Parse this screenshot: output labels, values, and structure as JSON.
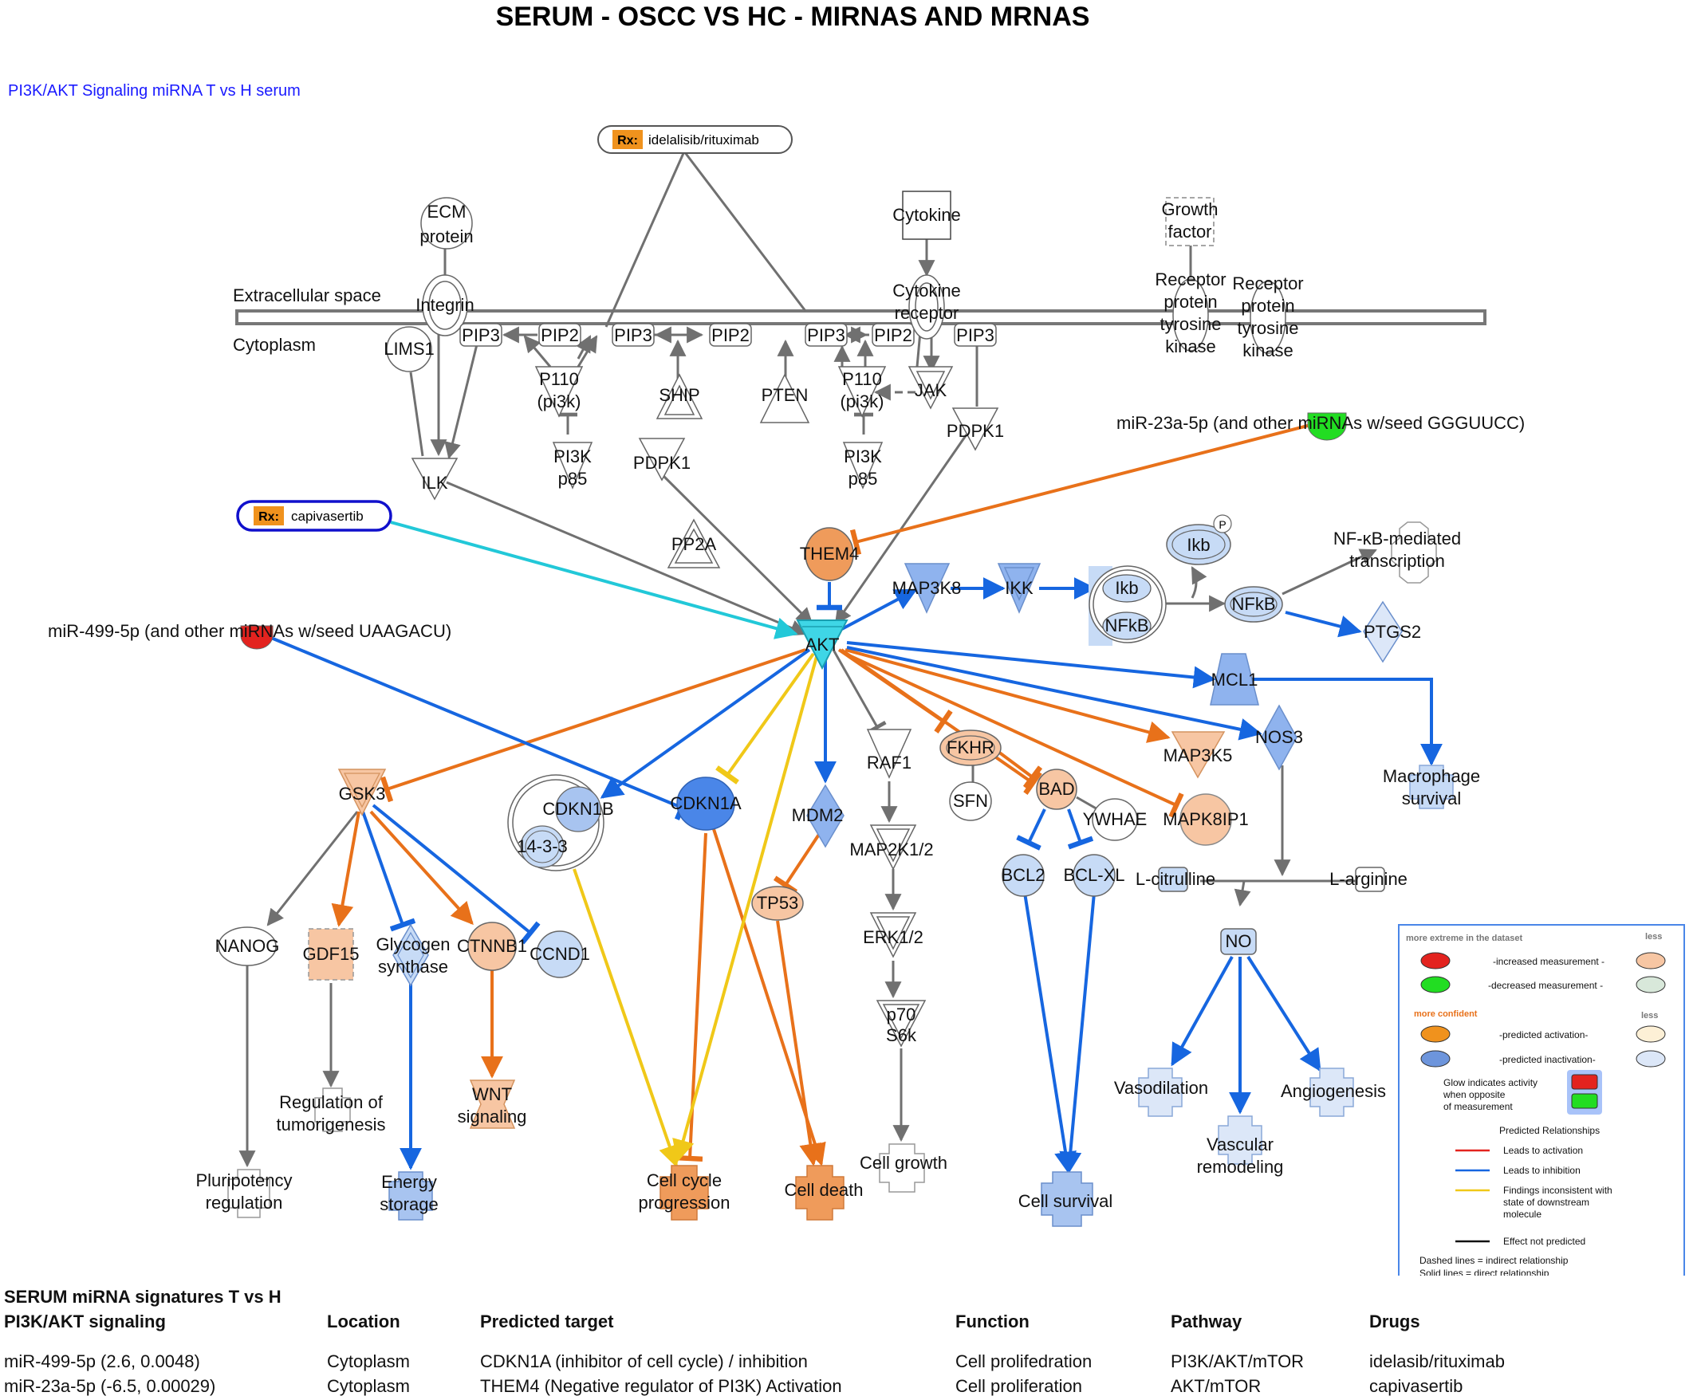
{
  "title": "SERUM - OSCC VS HC - MIRNAS AND MRNAS",
  "subtitle": "PI3K/AKT Signaling miRNA T vs H serum",
  "compartments": {
    "extracellular": "Extracellular space",
    "cytoplasm": "Cytoplasm"
  },
  "drugs": {
    "rx_label": "Rx:",
    "idelalisib": "idelalisib/rituximab",
    "capivasertib": "capivasertib"
  },
  "mirnas": {
    "mir23a": "miR-23a-5p (and other miRNAs w/seed GGGUUCC)",
    "mir499": "miR-499-5p (and other miRNAs w/seed UAAGACU)"
  },
  "nodes": {
    "ecm": [
      "ECM",
      "protein"
    ],
    "integrin": "Integrin",
    "lims1": "LIMS1",
    "pip3_a": "PIP3",
    "pip2_a": "PIP2",
    "pip3_b": "PIP3",
    "pip2_b": "PIP2",
    "pip3_c": "PIP3",
    "pip2_c": "PIP2",
    "pip3_d": "PIP3",
    "p110_a": [
      "P110",
      "(pi3k)"
    ],
    "p110_b": [
      "P110",
      "(pi3k)"
    ],
    "pi3k_a": [
      "PI3K",
      "p85"
    ],
    "pi3k_b": [
      "PI3K",
      "p85"
    ],
    "ship": "SHIP",
    "pten": "PTEN",
    "pdpk1_a": "PDPK1",
    "pdpk1_b": "PDPK1",
    "jak": "JAK",
    "cytokine": "Cytokine",
    "cytokine_receptor": [
      "Cytokine",
      "receptor"
    ],
    "growth_factor": [
      "Growth",
      "factor"
    ],
    "rtk_a": [
      "Receptor",
      "protein",
      "tyrosine",
      "kinase"
    ],
    "rtk_b": [
      "Receptor",
      "protein",
      "tyrosine",
      "kinase"
    ],
    "ilk": "ILK",
    "pp2a": "PP2A",
    "them4": "THEM4",
    "akt": "AKT",
    "map3k8": "MAP3K8",
    "ikk": "IKK",
    "ikb_p": "Ikb",
    "p_badge": "P",
    "ikb": "Ikb",
    "nfkb_c": "NFkB",
    "nfkb": "NFkB",
    "nfkb_transcription": [
      "NF-κB-mediated",
      "transcription"
    ],
    "ptgs2": "PTGS2",
    "mcl1": "MCL1",
    "nos3": "NOS3",
    "macrophage": [
      "Macrophage",
      "survival"
    ],
    "map3k5": "MAP3K5",
    "mapk8ip1": "MAPK8IP1",
    "fkhr": "FKHR",
    "sfn": "SFN",
    "bad": "BAD",
    "ywhae": "YWHAE",
    "bcl2": "BCL2",
    "bclxl": "BCL-XL",
    "lcitrulline": "L-citrulline",
    "larginine": "L-arginine",
    "no": "NO",
    "vasodilation": "Vasodilation",
    "vascular": [
      "Vascular",
      "remodeling"
    ],
    "angiogenesis": "Angiogenesis",
    "cell_survival": "Cell survival",
    "raf1": "RAF1",
    "map2k12": "MAP2K1/2",
    "erk12": "ERK1/2",
    "p70": [
      "p70",
      "S6k"
    ],
    "cell_growth": "Cell growth",
    "mdm2": "MDM2",
    "tp53": "TP53",
    "cell_death": "Cell death",
    "cdkn1a": "CDKN1A",
    "cdkn1b": "CDKN1B",
    "p1433": "14-3-3",
    "cell_cycle": [
      "Cell cycle",
      "progression"
    ],
    "gsk3": "GSK3",
    "nanog": "NANOG",
    "gdf15": "GDF15",
    "glycogen": [
      "Glycogen",
      "synthase"
    ],
    "ctnnb1": "CTNNB1",
    "ccnd1": "CCND1",
    "regulation": [
      "Regulation of",
      "tumorigenesis"
    ],
    "wnt": [
      "WNT",
      "signaling"
    ],
    "pluripotency": [
      "Pluripotency",
      "regulation"
    ],
    "energy": [
      "Energy",
      "storage"
    ]
  },
  "legend": {
    "more_extreme": "more extreme in the dataset",
    "less": "less",
    "increased": "-increased measurement -",
    "decreased": "-decreased measurement -",
    "more_confident": "more confident",
    "less2": "less",
    "pred_activation": "-predicted activation-",
    "pred_inactivation": "-predicted inactivation-",
    "glow": [
      "Glow indicates activity",
      "when opposite",
      "of measurement"
    ],
    "pred_rel": "Predicted Relationships",
    "leads_act": "Leads to activation",
    "leads_inh": "Leads to inhibition",
    "findings": [
      "Findings inconsistent with",
      "state of downstream",
      "molecule"
    ],
    "effect_np": "Effect not predicted",
    "dashed": "Dashed lines = indirect relationship",
    "solid": "Solid lines = direct relationship"
  },
  "colors": {
    "activation": "#e8711a",
    "inhibition": "#1666e0",
    "inconsistent": "#f0c818",
    "neutral": "#707070",
    "increased": "#e3231f",
    "decreased": "#22dd22",
    "drug": "#f0921d",
    "light_blue": "#c7dbf6",
    "mid_blue": "#8fb3ee",
    "light_orange": "#f7c6a3",
    "mid_orange": "#ef9b5b"
  },
  "summary": {
    "heading1": "SERUM miRNA signatures T vs H",
    "heading2": "PI3K/AKT signaling",
    "columns": [
      "Location",
      "Predicted target",
      "Function",
      "Pathway",
      "Drugs"
    ],
    "rows": [
      [
        "miR-499-5p (2.6, 0.0048)",
        "Cytoplasm",
        "CDKN1A (inhibitor of cell cycle) / inhibition",
        "Cell prolifedration",
        "PI3K/AKT/mTOR",
        "idelasib/rituximab"
      ],
      [
        "miR-23a-5p (-6.5, 0.00029)",
        "Cytoplasm",
        "THEM4 (Negative regulator of PI3K) Activation",
        "Cell proliferation",
        "AKT/mTOR",
        "capivasertib"
      ]
    ]
  }
}
